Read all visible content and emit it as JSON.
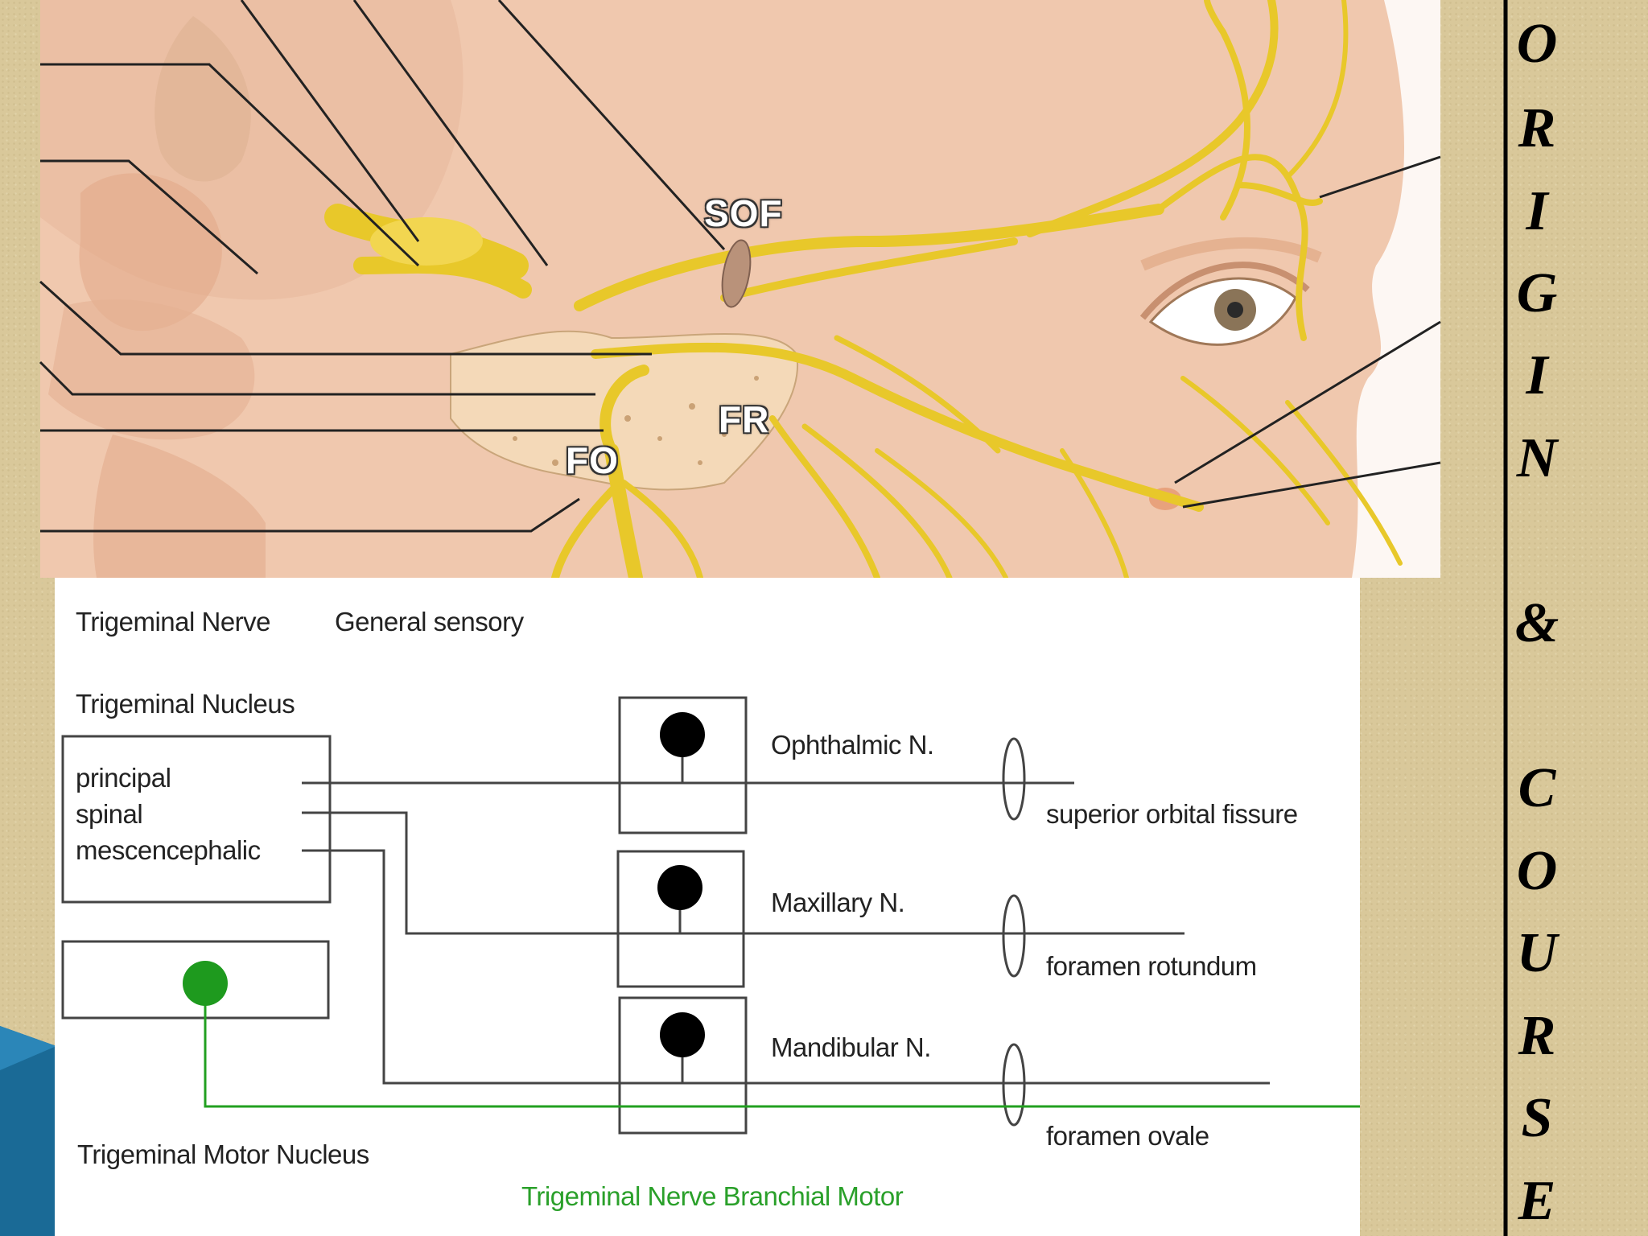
{
  "illustration": {
    "labels": {
      "sof": "SOF",
      "fr": "FR",
      "fo": "FO"
    }
  },
  "diagram": {
    "title_left": "Trigeminal Nerve",
    "title_right": "General sensory",
    "nucleus_heading": "Trigeminal Nucleus",
    "nucleus_items": [
      "principal",
      "spinal",
      "mescencephalic"
    ],
    "branches": [
      {
        "name": "Ophthalmic N.",
        "foramen": "superior orbital fissure"
      },
      {
        "name": "Maxillary N.",
        "foramen": "foramen rotundum"
      },
      {
        "name": "Mandibular N.",
        "foramen": "foramen ovale"
      }
    ],
    "motor_nucleus_label": "Trigeminal Motor Nucleus",
    "motor_caption": "Trigeminal Nerve Branchial Motor",
    "colors": {
      "sensory_line": "#444444",
      "motor": "#22a020",
      "ganglion": "#000000"
    }
  },
  "sidebar": {
    "letters": [
      "O",
      "R",
      "I",
      "G",
      "I",
      "N",
      "&",
      "C",
      "O",
      "U",
      "R",
      "S",
      "E"
    ]
  },
  "colors": {
    "slide_bg": "#d9c89a",
    "skin": "#f0c8ae",
    "nerve": "#e8c82a",
    "accent_blue": "#1a6a96"
  }
}
